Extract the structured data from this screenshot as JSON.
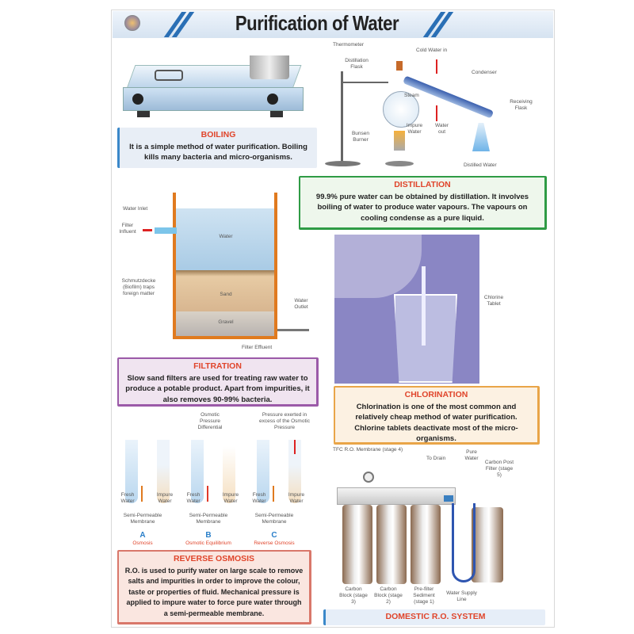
{
  "title": "Purification of Water",
  "boiling": {
    "heading": "BOILING",
    "text": "It is a simple method of water purification. Boiling kills many bacteria and micro-organisms."
  },
  "distillation": {
    "heading": "DISTILLATION",
    "text": "99.9% pure water can be obtained by distillation. It involves boiling of water to produce water vapours. The vapours on cooling condense as a pure liquid.",
    "labels": {
      "thermometer": "Thermometer",
      "flask": "Distillation Flask",
      "cold_in": "Cold Water in",
      "condenser": "Condenser",
      "steam": "Steam",
      "receiving": "Receiving Flask",
      "burner": "Bunsen Burner",
      "impure": "Impure Water",
      "water_out": "Water out",
      "distilled": "Distilled Water"
    }
  },
  "filtration": {
    "heading": "FILTRATION",
    "text": "Slow sand filters are used for treating raw water to produce a potable product. Apart from impurities, it also removes 90-99% bacteria.",
    "labels": {
      "inlet": "Water Inlet",
      "influent": "Filter Influent",
      "water": "Water",
      "schmutz": "Schmutzdecke (Biofilm) traps foreign matter",
      "sand": "Sand",
      "gravel": "Gravel",
      "outlet": "Water Outlet",
      "effluent": "Filter Effluent"
    }
  },
  "chlorination": {
    "heading": "CHLORINATION",
    "text": "Chlorination is one of the most common and relatively cheap method of water purification. Chlorine tablets deactivate most of the micro-organisms.",
    "labels": {
      "tablet": "Chlorine Tablet"
    }
  },
  "osmosis": {
    "top_labels": [
      "Osmotic Pressure Differential",
      "Pressure exerted in excess of the Osmotic Pressure"
    ],
    "fresh": "Fresh Water",
    "impure": "Impure Water",
    "membrane": "Semi-Permeable Membrane",
    "panels": [
      {
        "letter": "A",
        "name": "Osmosis"
      },
      {
        "letter": "B",
        "name": "Osmotic Equilibrium"
      },
      {
        "letter": "C",
        "name": "Reverse Osmosis"
      }
    ]
  },
  "reverse_osmosis": {
    "heading": "REVERSE OSMOSIS",
    "text": "R.O. is used to purify water on large scale to remove salts and impurities in order to improve the colour, taste or properties of fluid. Mechanical pressure is applied to impure water to force pure water through a semi-permeable membrane."
  },
  "ro_system": {
    "heading": "DOMESTIC R.O. SYSTEM",
    "labels": {
      "tfc": "TFC R.O. Membrane (stage 4)",
      "drain": "To Drain",
      "pure": "Pure Water",
      "post": "Carbon Post Filter (stage 5)",
      "c3": "Carbon Block (stage 3)",
      "c2": "Carbon Block (stage 2)",
      "pre": "Pre-filter Sediment (stage 1)",
      "supply": "Water Supply Line"
    }
  },
  "colors": {
    "heading": "#e0452b",
    "banner_accent": "#2a6fb5",
    "chlorination_bg": "#8a86c4",
    "tank": "#e07a1f"
  }
}
